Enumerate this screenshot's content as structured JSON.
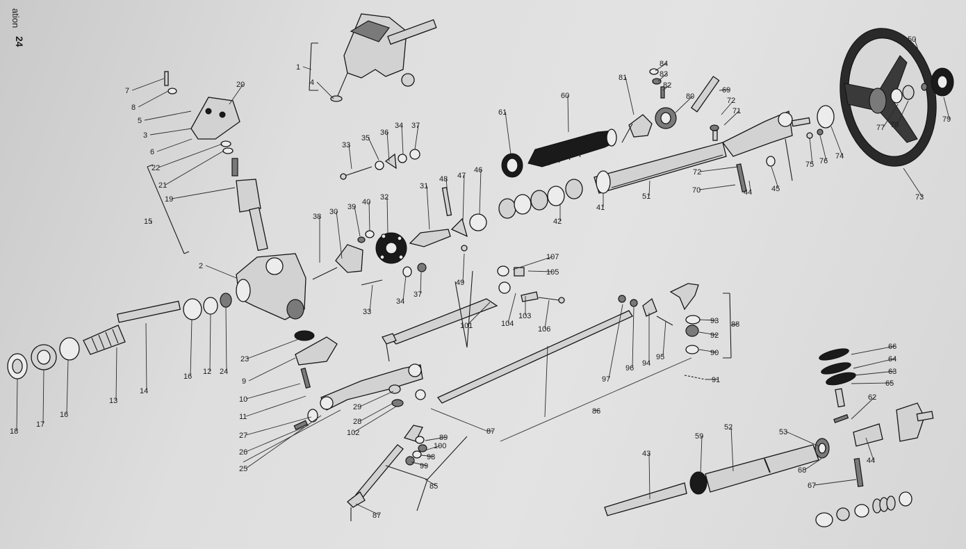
{
  "page": {
    "header_word": "ation",
    "page_number": "24"
  },
  "callouts": [
    "1",
    "2",
    "3",
    "4",
    "5",
    "6",
    "7",
    "8",
    "9",
    "10",
    "11",
    "12",
    "13",
    "14",
    "15",
    "16",
    "16",
    "17",
    "18",
    "19",
    "20",
    "21",
    "22",
    "23",
    "24",
    "25",
    "26",
    "27",
    "28",
    "29",
    "30",
    "31",
    "32",
    "33",
    "33",
    "34",
    "34",
    "35",
    "36",
    "37",
    "37",
    "38",
    "39",
    "40",
    "41",
    "42",
    "43",
    "44",
    "44",
    "45",
    "46",
    "47",
    "48",
    "49",
    "50",
    "51",
    "52",
    "53",
    "59",
    "60",
    "61",
    "62",
    "63",
    "64",
    "65",
    "66",
    "67",
    "68",
    "69",
    "70",
    "71",
    "72",
    "72",
    "73",
    "74",
    "75",
    "76",
    "77",
    "78",
    "79",
    "80",
    "81",
    "82",
    "83",
    "84",
    "85",
    "86",
    "87",
    "87",
    "88",
    "89",
    "90",
    "91",
    "92",
    "93",
    "94",
    "95",
    "96",
    "97",
    "98",
    "99",
    "100",
    "101",
    "102",
    "103",
    "104",
    "105",
    "106",
    "107"
  ]
}
